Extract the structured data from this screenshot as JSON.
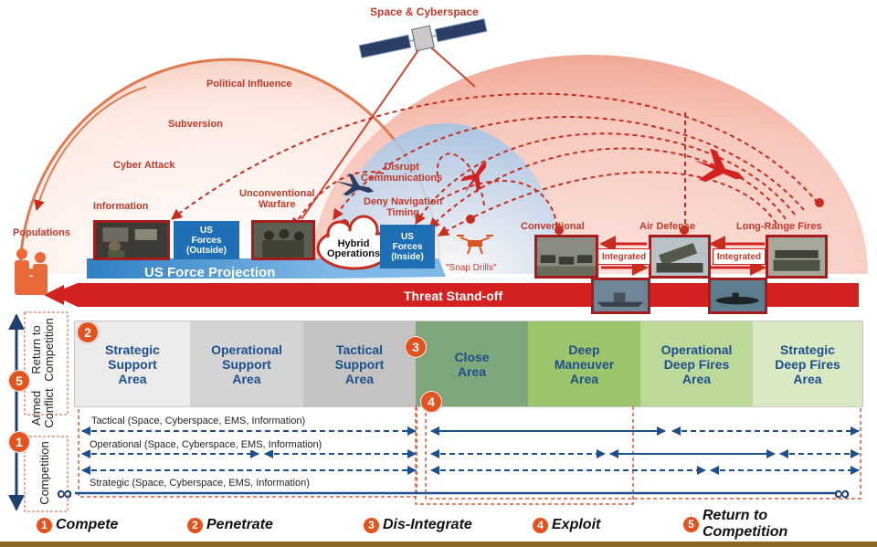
{
  "title": "Space & Cyberspace",
  "arc_labels": [
    "Political Influence",
    "Subversion",
    "Cyber Attack"
  ],
  "populations": "Populations",
  "top_row": {
    "information": "Information",
    "us_forces_outside": "US\nForces\n(Outside)",
    "unconventional_warfare": "Unconventional\nWarfare",
    "hybrid_operations": "Hybrid\nOperations",
    "us_forces_inside": "US\nForces\n(Inside)",
    "disrupt_communications": "Disrupt\nCommunications",
    "deny_navigation_timing": "Deny Navigation\nTiming",
    "snap_drills": "\"Snap Drills\"",
    "conventional": "Conventional",
    "air_defense": "Air Defense",
    "long_range_fires": "Long-Range Fires",
    "integrated_left": "Integrated",
    "integrated_right": "Integrated"
  },
  "bands": {
    "force_projection": "US Force Projection",
    "threat_standoff": "Threat Stand-off"
  },
  "areas": [
    {
      "label": "Strategic\nSupport\nArea",
      "color": "#ebebeb"
    },
    {
      "label": "Operational\nSupport\nArea",
      "color": "#d4d4d4"
    },
    {
      "label": "Tactical\nSupport\nArea",
      "color": "#c3c3c3"
    },
    {
      "label": "Close\nArea",
      "color": "#7ea87b"
    },
    {
      "label": "Deep\nManeuver\nArea",
      "color": "#9cc46a"
    },
    {
      "label": "Operational\nDeep Fires\nArea",
      "color": "#bcd99a"
    },
    {
      "label": "Strategic\nDeep Fires\nArea",
      "color": "#d9e9c4"
    }
  ],
  "left_axis": {
    "return_to_competition": "Return to\nCompetition",
    "armed_conflict": "Armed\nConflict",
    "competition": "Competition"
  },
  "tracks": {
    "tactical": "Tactical (Space, Cyberspace, EMS, Information)",
    "operational": "Operational (Space, Cyberspace, EMS, Information)",
    "strategic": "Strategic (Space, Cyberspace, EMS, Information)",
    "infinity": "∞"
  },
  "markers": [
    "1",
    "2",
    "3",
    "4",
    "5"
  ],
  "phases": [
    {
      "num": "1",
      "label": "Compete"
    },
    {
      "num": "2",
      "label": "Penetrate"
    },
    {
      "num": "3",
      "label": "Dis-Integrate"
    },
    {
      "num": "4",
      "label": "Exploit"
    },
    {
      "num": "5",
      "label": "Return to\nCompetition"
    }
  ],
  "colors": {
    "accent": "#e1531f",
    "threat": "#d32020",
    "us_blue": "#1f6fb5",
    "label_blue": "#1f4e8c"
  }
}
